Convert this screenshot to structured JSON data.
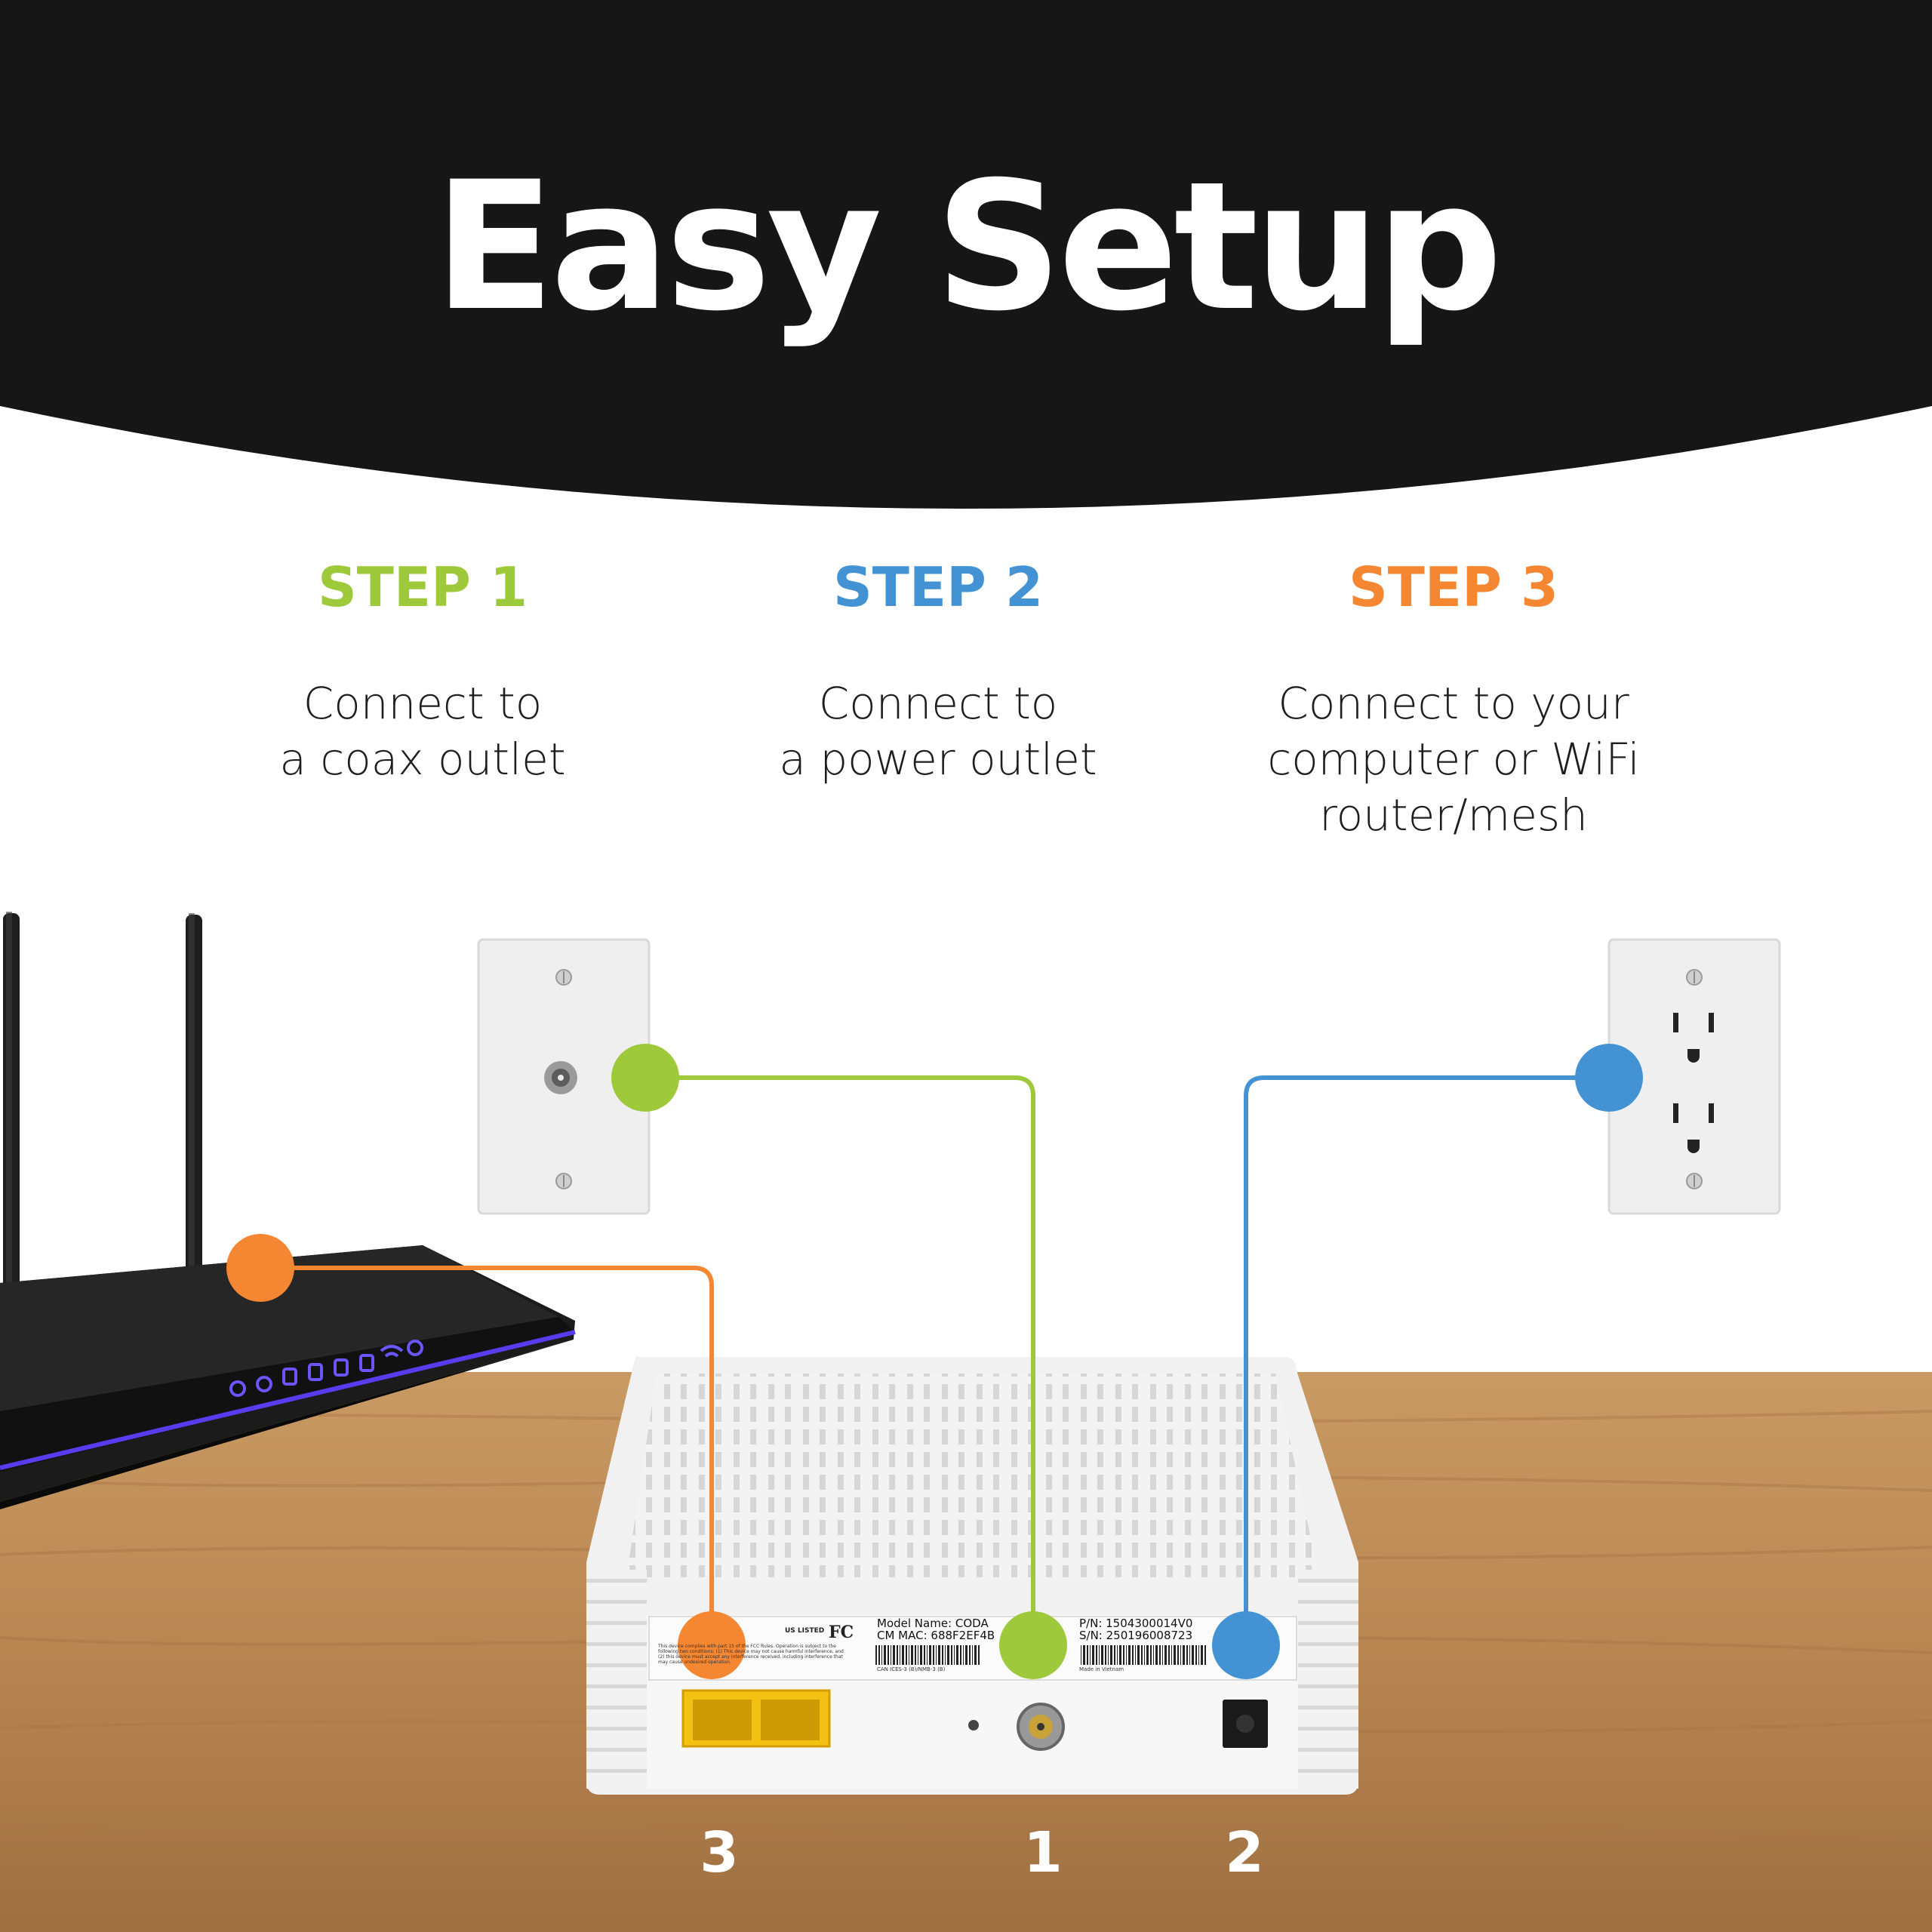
{
  "title": "Easy Setup",
  "colors": {
    "banner": "#161616",
    "step1": "#9dc93a",
    "step2": "#4393d4",
    "step3": "#f58632",
    "wall": "#ffffff",
    "desk": "#c99a63",
    "router_accent": "#5a3cf0"
  },
  "steps": [
    {
      "heading": "STEP 1",
      "description": "Connect to\na coax outlet"
    },
    {
      "heading": "STEP 2",
      "description": "Connect to\na power outlet"
    },
    {
      "heading": "STEP 3",
      "description": "Connect to your\ncomputer or WiFi\nrouter/mesh"
    }
  ],
  "port_numbers": [
    "3",
    "1",
    "2"
  ],
  "modem_label": {
    "model_name": "Model Name: CODA",
    "cm_mac": "CM MAC: 688F2EF4B",
    "part_number": "P/N: 1504300014V0",
    "serial_number": "S/N: 250196008723",
    "made_in": "Made in Vietnam",
    "can_ices": "CAN ICES-3 (B)/NMB-3 (B)",
    "ul_listed": "US LISTED",
    "fcc": "FC",
    "fcc_notice": "This device complies with part 15 of the FCC Rules. Operation is subject to the following two conditions: (1) This device may not cause harmful interference, and (2) this device must accept any interference received, including interference that may cause undesired operation."
  },
  "icons": [
    "coax-wall-plate-icon",
    "power-outlet-icon",
    "wifi-router-icon",
    "cable-modem-icon"
  ]
}
